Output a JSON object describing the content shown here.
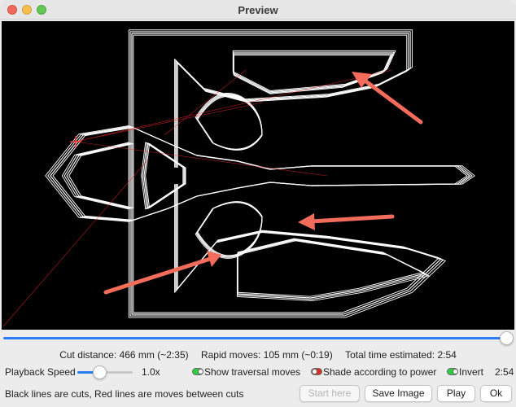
{
  "window": {
    "title": "Preview"
  },
  "canvas": {
    "background": "#000000",
    "cut_color": "#ffffff",
    "move_color": "#ff2a2a",
    "annotation_arrow_color": "#f26b5b"
  },
  "playback": {
    "progress_percent": 100
  },
  "stats": {
    "cut_distance": "Cut distance: 466 mm (~2:35)",
    "rapid_moves": "Rapid moves: 105 mm (~0:19)",
    "total_time": "Total time estimated: 2:54"
  },
  "controls": {
    "speed_label": "Playback Speed",
    "speed_value": "1.0x",
    "speed_fraction": 0.35,
    "show_traversal_label": "Show traversal moves",
    "show_traversal_on": true,
    "shade_label": "Shade according to power",
    "shade_on": false,
    "invert_label": "Invert",
    "invert_on": true,
    "time_readout": "2:54"
  },
  "footer": {
    "legend_text": "Black lines are cuts, Red lines are moves between cuts",
    "start_here_label": "Start here",
    "save_image_label": "Save Image",
    "play_label": "Play",
    "ok_label": "Ok"
  },
  "colors": {
    "accent": "#2a7cf5",
    "toggle_on": "#2ecc40",
    "toggle_off": "#d93025"
  }
}
